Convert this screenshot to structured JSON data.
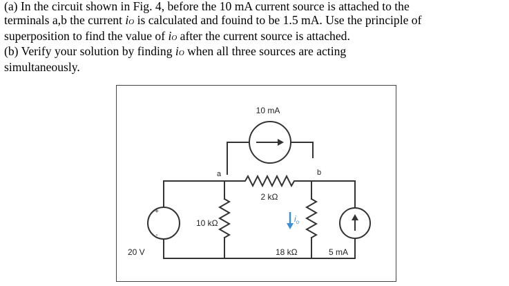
{
  "problem": {
    "part_a_line1": "(a) In the circuit shown in Fig. 4, before the 10 mA current source is attached to the",
    "part_a_line2a": "terminals a,b the current ",
    "part_a_line2_var": "i",
    "part_a_line2_sub": "O",
    "part_a_line2b": " is calculated and fouind to be 1.5 mA. Use the principle of",
    "part_a_line3a": "superposition to find the value of ",
    "part_a_line3_var": "i",
    "part_a_line3_sub": "O",
    "part_a_line3b": " after the current source is attached.",
    "part_b_line1a": "(b) Verify your solution by finding ",
    "part_b_line1_var": "i",
    "part_b_line1_sub": "O",
    "part_b_line1b": " when all three sources are acting",
    "part_b_line2": "simultaneously."
  },
  "circuit": {
    "current_source_top": "10 mA",
    "node_a": "a",
    "node_b": "b",
    "resistor_2k": "2 kΩ",
    "resistor_10k": "10 kΩ",
    "resistor_18k": "18 kΩ",
    "voltage_source": "20 V",
    "plus_sign": "+",
    "minus_sign": "-",
    "current_source_right": "5 mA",
    "current_var": "i",
    "current_sub": "o",
    "colors": {
      "wire": "#333333",
      "arrow_io": "#3a8fd8"
    }
  }
}
